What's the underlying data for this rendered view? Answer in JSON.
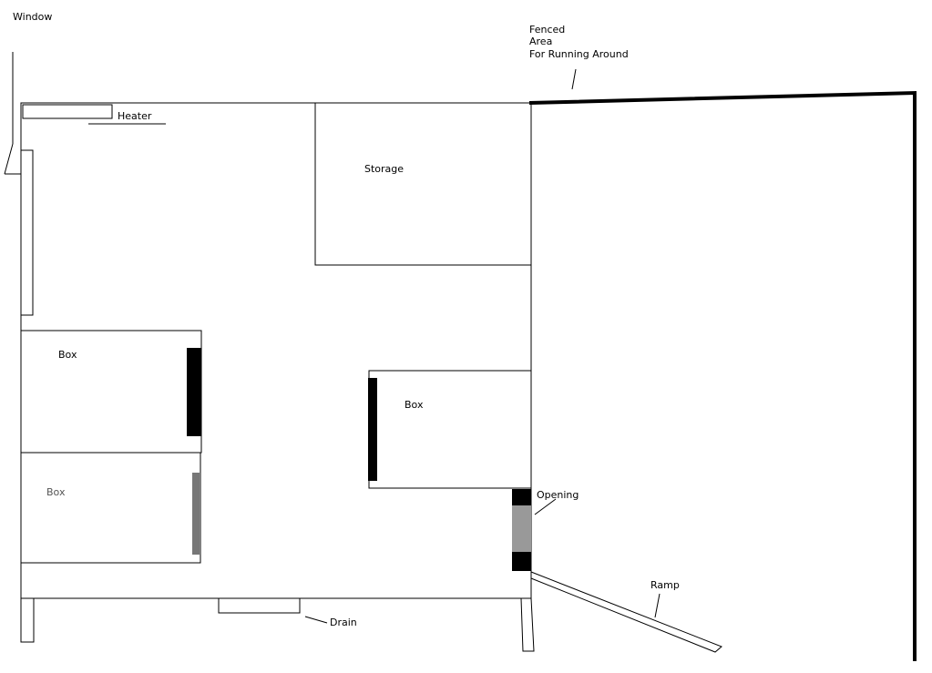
{
  "labels": {
    "window": "Window",
    "fenced": [
      "Fenced",
      "Area",
      "For Running Around"
    ],
    "heater": "Heater",
    "storage": "Storage",
    "box_left_top": "Box",
    "box_left_bottom": "Box",
    "box_right": "Box",
    "opening": "Opening",
    "ramp": "Ramp",
    "drain": "Drain"
  }
}
